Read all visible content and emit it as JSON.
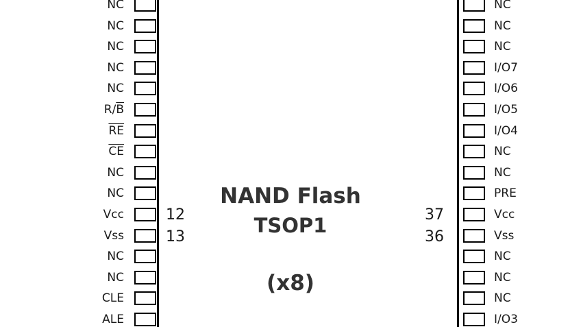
{
  "left_pins": [
    {
      "label": "NC",
      "overline": ""
    },
    {
      "label": "NC",
      "overline": ""
    },
    {
      "label": "NC",
      "overline": ""
    },
    {
      "label": "NC",
      "overline": ""
    },
    {
      "label": "NC",
      "overline": ""
    },
    {
      "label": "R/",
      "overline": "B"
    },
    {
      "label": "",
      "overline": "RE"
    },
    {
      "label": "",
      "overline": "CE"
    },
    {
      "label": "NC",
      "overline": ""
    },
    {
      "label": "NC",
      "overline": ""
    },
    {
      "label": "Vcc",
      "overline": ""
    },
    {
      "label": "Vss",
      "overline": ""
    },
    {
      "label": "NC",
      "overline": ""
    },
    {
      "label": "NC",
      "overline": ""
    },
    {
      "label": "CLE",
      "overline": ""
    },
    {
      "label": "ALE",
      "overline": ""
    }
  ],
  "right_pins": [
    {
      "label": "NC"
    },
    {
      "label": "NC"
    },
    {
      "label": "NC"
    },
    {
      "label": "I/O7"
    },
    {
      "label": "I/O6"
    },
    {
      "label": "I/O5"
    },
    {
      "label": "I/O4"
    },
    {
      "label": "NC"
    },
    {
      "label": "NC"
    },
    {
      "label": "PRE"
    },
    {
      "label": "Vcc"
    },
    {
      "label": "Vss"
    },
    {
      "label": "NC"
    },
    {
      "label": "NC"
    },
    {
      "label": "NC"
    },
    {
      "label": "I/O3"
    }
  ],
  "pin_numbers": {
    "left_vcc": "12",
    "left_vss": "13",
    "right_vcc": "37",
    "right_vss": "36"
  },
  "title": {
    "line1": "NAND Flash",
    "line2": "TSOP1",
    "line3": "(x8)"
  }
}
